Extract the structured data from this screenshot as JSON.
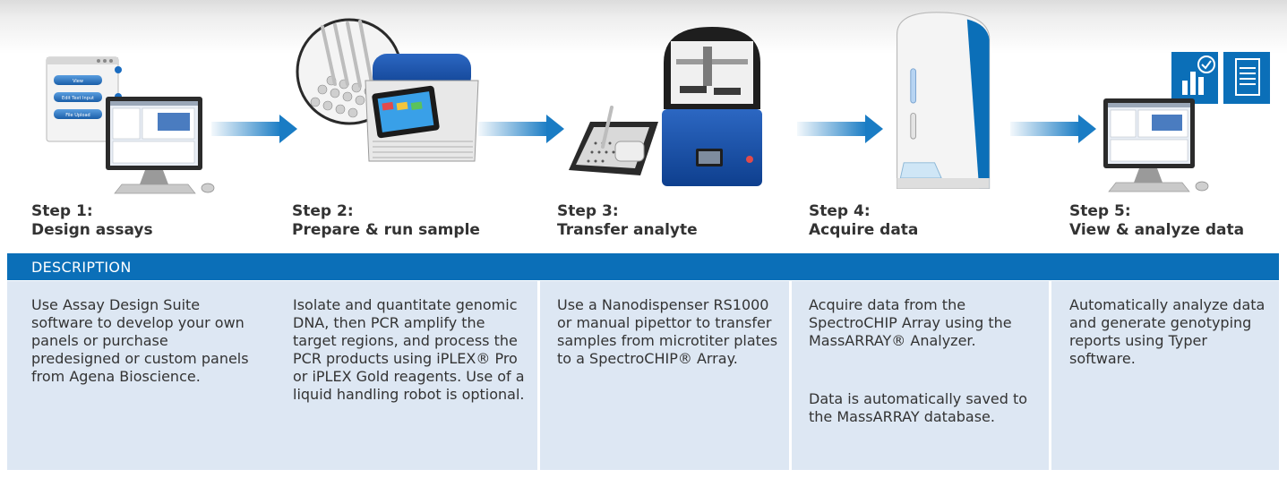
{
  "steps": [
    {
      "label": "Step 1:",
      "title": "Design assays",
      "description": "Use Assay Design Suite software to develop your own panels or purchase predesigned or custom panels from Agena Bioscience."
    },
    {
      "label": "Step 2:",
      "title": "Prepare & run sample",
      "description": "Isolate and quantitate genomic DNA, then PCR amplify the target regions, and process the PCR products using iPLEX® Pro or iPLEX Gold reagents. Use of a liquid handling robot is optional."
    },
    {
      "label": "Step 3:",
      "title": "Transfer analyte",
      "description": "Use a Nanodispenser RS1000 or manual pipettor to transfer samples from microtiter plates to a SpectroCHIP® Array."
    },
    {
      "label": "Step 4:",
      "title": "Acquire data",
      "description": "Acquire data from the SpectroCHIP Array using the MassARRAY® Analyzer.",
      "description_2": "Data is automatically saved to the MassARRAY database."
    },
    {
      "label": "Step 5:",
      "title": "View & analyze data",
      "description": "Automatically analyze data and generate genotyping reports using Typer software."
    }
  ],
  "description_header": "DESCRIPTION",
  "software_ui": {
    "buttons": [
      "View",
      "Edit Text Input",
      "File Upload"
    ]
  },
  "colors": {
    "brand_blue": "#0b6fb8",
    "panel_background": "#dde7f3",
    "arrow_blue": "#1a7cc4",
    "text": "#333333"
  },
  "icons": [
    "arrow-right-icon",
    "bar-chart-check-icon",
    "document-icon"
  ]
}
